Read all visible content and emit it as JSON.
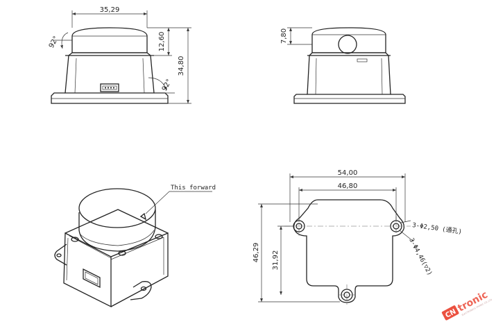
{
  "dimensions": {
    "front_width": "35,29",
    "dome_height": "12,60",
    "total_height": "34,80",
    "angle_left": "92°",
    "angle_right": "92°",
    "side_offset": "7,80",
    "base_width_outer": "54,00",
    "base_width_inner": "46,80",
    "base_height_outer": "46,29",
    "base_height_inner": "31,92",
    "hole_through": "3-Φ2,50 (通孔)",
    "hole_counterbore": "3-Φ4,46(▽2)"
  },
  "labels": {
    "forward": "This forward"
  },
  "watermark": {
    "brand_prefix": "CN",
    "brand_suffix": "tronic",
    "tagline": "ELECTRONICS TRONIC CO.,LTD",
    "accent_color": "#e8321e"
  }
}
